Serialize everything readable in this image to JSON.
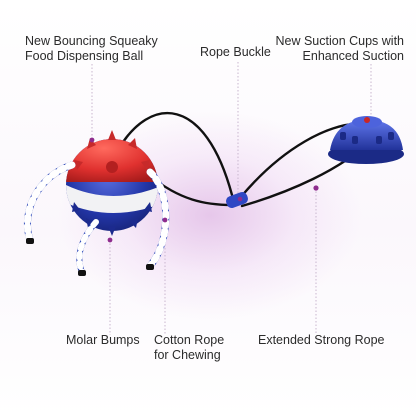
{
  "callouts": {
    "ball": {
      "line1": "New Bouncing Squeaky",
      "line2": "Food Dispensing Ball"
    },
    "buckle": {
      "text": "Rope Buckle"
    },
    "suction": {
      "line1": "New Suction Cups with",
      "line2": "Enhanced Suction"
    },
    "molar": {
      "text": "Molar Bumps"
    },
    "cotton": {
      "line1": "Cotton Rope",
      "line2": "for Chewing"
    },
    "rope": {
      "text": "Extended Strong Rope"
    }
  },
  "colors": {
    "accent_dot": "#8e2c8e",
    "leader_line": "#c9b6cf",
    "ball_red": "#e0312f",
    "ball_blue": "#2336a8",
    "suction_blue": "#2f47c4",
    "rope_black": "#111111"
  }
}
